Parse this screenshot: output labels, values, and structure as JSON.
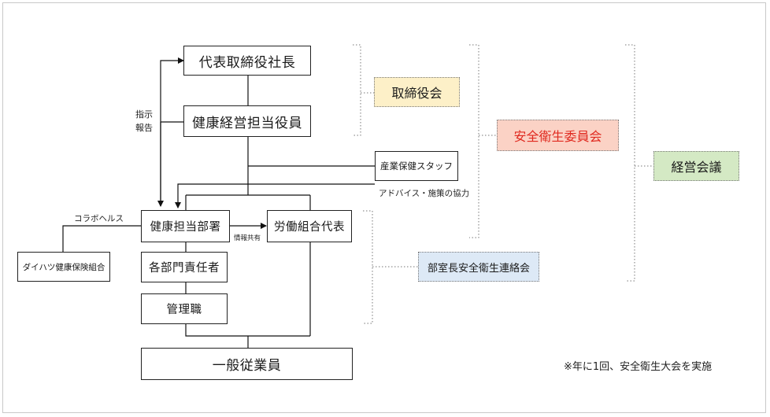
{
  "boxes": {
    "ceo": "代表取締役社長",
    "health_officer": "健康経営担当役員",
    "health_dept": "健康担当部署",
    "union": "労働組合代表",
    "dept_heads": "各部門責任者",
    "managers": "管理職",
    "employees": "一般従業員",
    "insurance": "ダイハツ健康保険組合",
    "health_staff": "産業保健スタッフ"
  },
  "tags": {
    "board": "取締役会",
    "safety_committee": "安全衛生委員会",
    "management_meeting": "経営会議",
    "liaison": "部室長安全衛生連絡会"
  },
  "labels": {
    "instruct": "指示",
    "report": "報告",
    "advice": "アドバイス・施策の協力",
    "collab": "コラボヘルス",
    "info_share": "情報共有",
    "footnote": "※年に1回、安全衛生大会を実施"
  },
  "colors": {
    "board_bg": "#fdf0c8",
    "safety_committee_bg": "#fbd2c5",
    "safety_committee_text": "#e0291f",
    "management_meeting_bg": "#d4e9c4",
    "liaison_bg": "#dde9f6"
  }
}
